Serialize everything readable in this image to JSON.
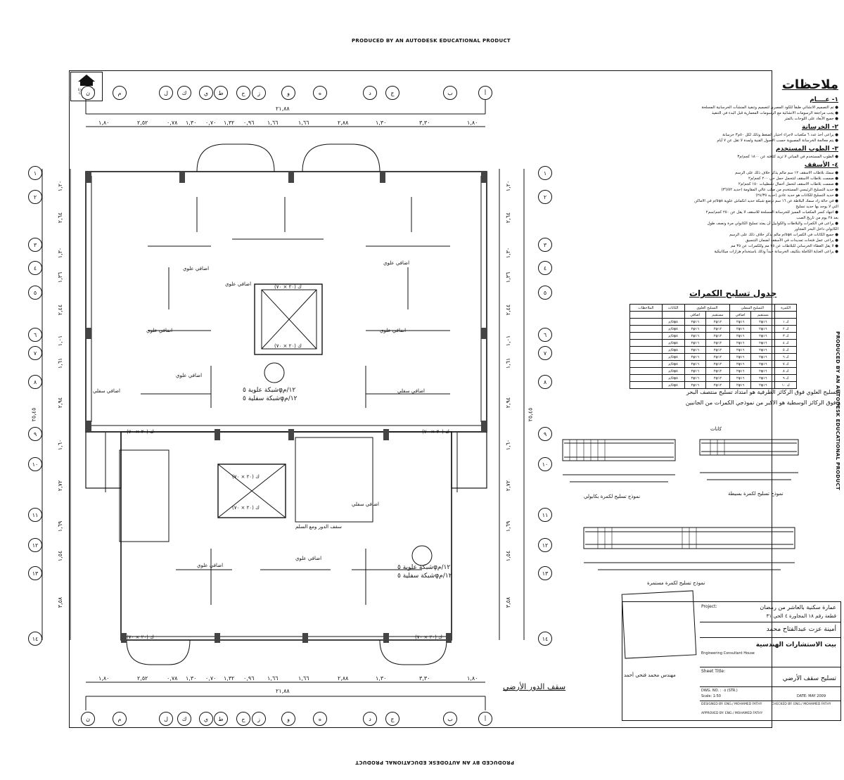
{
  "banner": {
    "top": "PRODUCED BY AN AUTODESK EDUCATIONAL PRODUCT",
    "bottom": "PRODUCED BY AN AUTODESK EDUCATIONAL PRODUCT",
    "right": "PRODUCED BY AN AUTODESK EDUCATIONAL PRODUCT"
  },
  "logo": {
    "line1": "Engineering Consultant",
    "line2": "House"
  },
  "axes": {
    "top_letters": [
      "ن",
      "م",
      "ل",
      "ك",
      "ي",
      "ط",
      "ح",
      "ز",
      "و",
      "ه",
      "د",
      "ج",
      "ب",
      "أ"
    ],
    "side_numbers": [
      "١",
      "٢",
      "٣",
      "٤",
      "٥",
      "٦",
      "٧",
      "٨",
      "٩",
      "١٠",
      "١١",
      "١٢",
      "١٣",
      "١٤"
    ]
  },
  "dimensions": {
    "overall": "٢١,٨٨",
    "top_chain": [
      "١,٨٠",
      "٢,٥٢",
      "٠,٧٨",
      "١,٣٠",
      "٠,٧٠",
      "١,٣٢",
      "٠,٩٦",
      "١,٦٦",
      "١,٦٦",
      "٢,٨٨",
      "١,٣٠",
      "٣,٣٠",
      "١,٨٠"
    ],
    "side_chain": [
      "١,٢٠",
      "٢,٦٤",
      "١,٣٠",
      "١,٣٦",
      "٢,٤٤",
      "١,٠١",
      "١,٦١",
      "٢,٩٤",
      "١,٦٠",
      "٢,٧٢",
      "١,٦٩",
      "١,٥٤",
      "٣,٥٨"
    ],
    "side_total": "٢٥,٤٥"
  },
  "plan": {
    "title": "سقف الدور الأرضي",
    "labels": {
      "top_mesh": "شبكة علوية ٥φ١٢/م",
      "bottom_mesh": "شبكة سفلية ٥φ١٢/م",
      "extra_top": "اضافي علوي",
      "extra_bottom": "اضافي سفلي",
      "beam": "ك (٢٠ × ٧٠)",
      "stair_note": "سقف الدور ومع السلم"
    }
  },
  "notes": {
    "title": "ملاحظات",
    "sections": [
      {
        "head": "١- عــــام",
        "lines": [
          "● تم التصميم الانشائي طبقاً للكود المصري لتصميم وتنفيذ المنشآت الخرسانية المسلحة",
          "● يجب مراجعة الرسومات الانشائية مع الرسومات المعمارية قبل البدء في التنفيذ",
          "● جميع الأبعاد على اللوحات بالمتر"
        ]
      },
      {
        "head": "٢- الخرسانة",
        "lines": [
          "● يراعى أخذ عدد ٦ مكعبات لاجراء اختبار الضغط وذلك لكل ٥٠م٣ خرسانة",
          "● يتم معالجة الخرسانة المصبوبة حسب الأصول الفنية ولمدة لا تقل عن ٧ أيام"
        ]
      },
      {
        "head": "٣- الطوب المستخدم",
        "lines": [
          "● الطوب المستخدم في المباني لا تزيد كثافته عن ١٨٠٠ كجم/م٣"
        ]
      },
      {
        "head": "٤- الأسقف",
        "lines": [
          "● سمك بلاطات الاسقف ١٢ سم مالم يذكر خلاف ذلك على الرسم",
          "● صممت بلاطات الاسقف لتتحمل حمل حي ٢٠٠ كجم/م٢",
          "● صممت بلاطات الاسقف لتحمل أحمال تشطيبات ١٥٠ كجم/م٢",
          "● حديد التسليح الرئيسي المستخدم من صلب عالي المقاومة (حديد ٣٦/٥٢)",
          "● حديد التسليح للكانات هو حديد عادي (حديد ٢٤/٣٥)",
          "● في حالة زاد سمك البلاطة عن ١٦ سم توضع شبكة حديد انكماش علوية ٥φ٨/م في الاماكن",
          "  التي لا يوجد بها حديد تسليح",
          "● اجهاد كسر المكعبات المميز للخرسانة المسلحة للاسقف لا يقل عن ٢٥٠ كجم/سم٢",
          "  بعد ٢٨ يوم من تاريخ الصب",
          "● يراعى في الكمرات والبلاطات والكوابيل أن يمتد تسليح الكابولي مرة ونصف طول",
          "  الكابولي داخل البحر المجاور",
          "● جميع الكانات في الكمرات ٥φ٨/م مالم يذكر خلاف ذلك على الرسم",
          "● يراعى عمل فتحات تمديدات في الأسقف لضمان التنسيق",
          "● لا يقل الغطاء الخرساني للبلاطات عن ٢٥ مم وللكمرات عن ٣٥ مم",
          "● يراعى العناية الكاملة بتكثيف الخرسانة جيداً وذلك باستخدام هزازات ميكانيكية"
        ]
      }
    ]
  },
  "beam_table": {
    "title": "جدول تسليح الكمرات",
    "headers": [
      "الكمرة",
      "التسليح السفلي",
      "",
      "التسليح العلوي",
      "",
      "الكانات",
      "الملاحظات"
    ],
    "subheaders": [
      "",
      "مستقيم",
      "اضافي",
      "مستقيم",
      "اضافي",
      "",
      ""
    ],
    "rows": [
      [
        "ك ١",
        "٢φ١٦",
        "٢φ١٦",
        "٢φ١٢",
        "٢φ١٦",
        "٥φ٨/م",
        ""
      ],
      [
        "ك ٢",
        "٢φ١٦",
        "٢φ١٦",
        "٢φ١٢",
        "٢φ١٦",
        "٥φ٨/م",
        ""
      ],
      [
        "ك ٣",
        "٢φ١٦",
        "٢φ١٦",
        "٢φ١٢",
        "٢φ١٦",
        "٥φ٨/م",
        ""
      ],
      [
        "ك ٤",
        "٢φ١٦",
        "٢φ١٦",
        "٢φ١٢",
        "٢φ١٦",
        "٥φ٨/م",
        ""
      ],
      [
        "ك ٥",
        "٢φ١٦",
        "٢φ١٦",
        "٢φ١٢",
        "٢φ١٦",
        "٥φ٨/م",
        ""
      ],
      [
        "ك ٦",
        "٢φ١٦",
        "٢φ١٦",
        "٢φ١٢",
        "٢φ١٦",
        "٥φ٨/م",
        ""
      ],
      [
        "ك ٧",
        "٢φ١٦",
        "٢φ١٦",
        "٢φ١٢",
        "٢φ١٦",
        "٥φ٨/م",
        ""
      ],
      [
        "ك ٨",
        "٢φ١٦",
        "٢φ١٦",
        "٢φ١٢",
        "٢φ١٦",
        "٥φ٨/م",
        ""
      ],
      [
        "ك ٩",
        "٢φ١٦",
        "٢φ١٦",
        "٢φ١٢",
        "٢φ١٦",
        "٥φ٨/م",
        ""
      ],
      [
        "ك ١٠",
        "٢φ١٦",
        "٢φ١٦",
        "٢φ١٢",
        "٢φ١٦",
        "٥φ٨/م",
        ""
      ]
    ],
    "note_lines": [
      "التسليح العلوي فوق الركائز الطرفية هو امتداد تسليح منتصف البحر",
      "و فوق الركائز الوسطية هو الاكبر من نموذجي الكمرات من الجانبين"
    ]
  },
  "details": {
    "cantilever_caption": "نموذج تسليح لكمرة بكابولي",
    "simple_caption": "نموذج تسليح لكمرة بسيطة",
    "continuous_caption": "نموذج تسليح لكمرة مستمرة",
    "label_kanat": "كانات"
  },
  "title_block": {
    "project_label": "Project:",
    "project": "عمارة سكنية بالعاشر من رمضان",
    "plot": "قطعة رقم ١٨ المجاورة ٤ الحي ٣١",
    "owner": "أمينة عزت عبدالفتاح محمد",
    "firm": "بيت الاستشارات الهندسية",
    "firm_sub": "Engineering Consultant House",
    "sheet_title_label": "Sheet Title:",
    "sheet_title": "تسليح سقف الأرضي",
    "dwg_no": "DWG. NO. : ٠٥ (STR.)",
    "scale": "Scale: 1:50",
    "date": "DATE: MAY 2009",
    "drawn_by": "DESIGNED BY: ENG./ MOHAMED FATHY",
    "checked_by": "CHECKED BY: ENG./ MOHAMED FATHY",
    "approved_by": "APPROVED BY: ENG./ MOHAMED FATHY",
    "engineer": "مهندس محمد فتحي أحمد"
  }
}
